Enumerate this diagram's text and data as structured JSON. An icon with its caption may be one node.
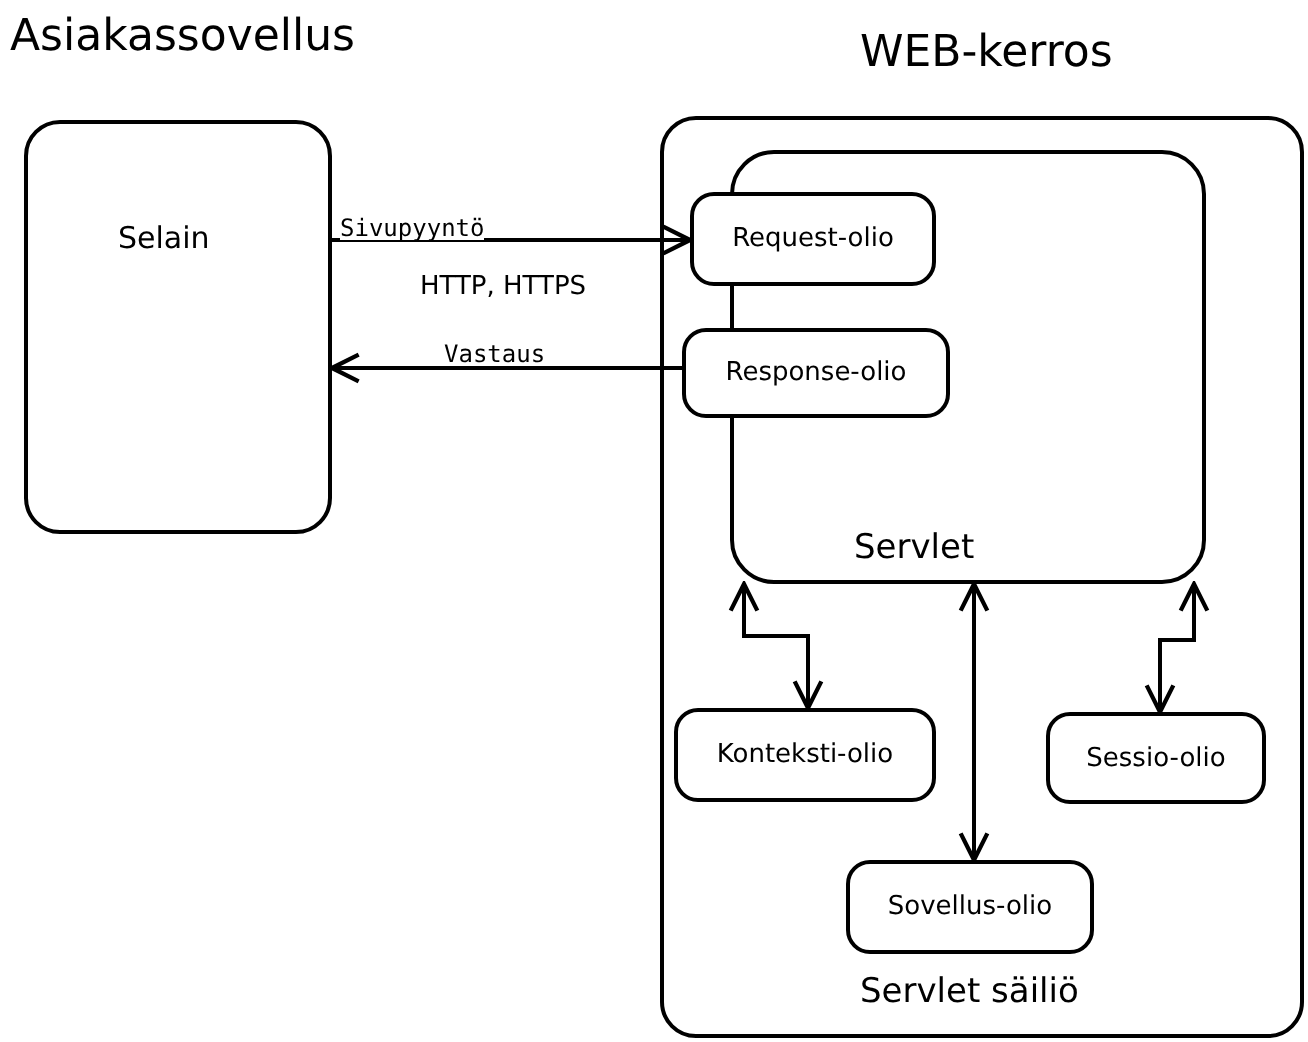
{
  "diagram": {
    "nodes": [
      {
        "text": [
          "Asiakassovellus",
          "Selain"
        ]
      },
      {
        "text": [
          "WEB-kerros",
          "Servlet säiliö"
        ]
      },
      {
        "text": [
          "Servlet"
        ],
        "in": 1
      },
      {
        "text": [
          "Request-olio"
        ],
        "in": 1
      },
      {
        "text": [
          "Response-olio"
        ],
        "in": 1
      },
      {
        "text": [
          "Konteksti-olio"
        ],
        "in": 1
      },
      {
        "text": [
          "Sessio-olio"
        ],
        "in": 1
      },
      {
        "text": [
          "Sovellus-olio"
        ],
        "in": 1
      }
    ],
    "edges": [
      {
        "from": 0,
        "to": 3,
        "arrow": "to",
        "label": "Sivupyyntö"
      },
      {
        "from": 4,
        "to": 0,
        "arrow": "to",
        "label": "Vastaus"
      },
      {
        "from": 2,
        "to": 5,
        "arrow": "both"
      },
      {
        "from": 2,
        "to": 7,
        "arrow": "both"
      },
      {
        "from": 2,
        "to": 6,
        "arrow": "both"
      }
    ],
    "labels": [
      "HTTP, HTTPS"
    ]
  }
}
